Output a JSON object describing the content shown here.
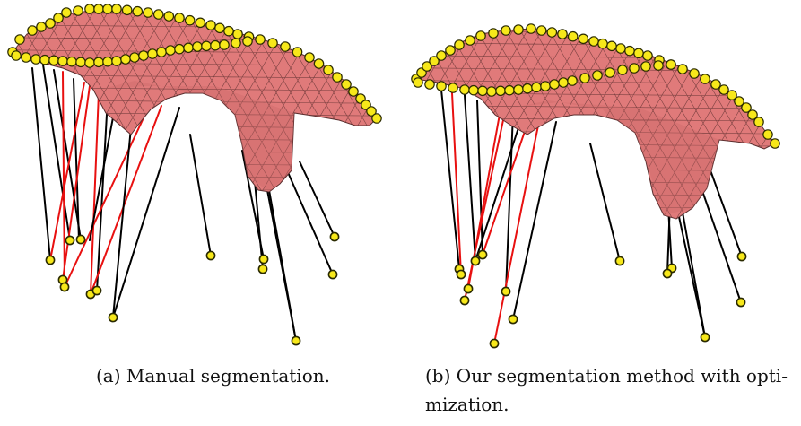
{
  "figure": {
    "panels": [
      {
        "id": "a",
        "caption_lines": [
          "(a) Manual segmentation."
        ]
      },
      {
        "id": "b",
        "caption_lines": [
          "(b) Our segmentation method with opti-",
          "mization."
        ]
      }
    ]
  },
  "colors": {
    "surface_fill": "#e07a7a",
    "surface_stroke": "#5a2e2e",
    "marker_fill": "#f7e81a",
    "marker_stroke": "#2a2a00",
    "normal_stroke": "#000000",
    "highlight_stroke": "#e81010"
  }
}
